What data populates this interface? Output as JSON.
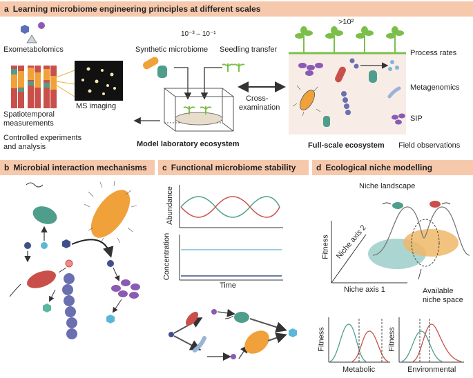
{
  "panel_a": {
    "letter": "a",
    "title": "Learning microbiome engineering principles at different scales",
    "exometabolomics": "Exometabolomics",
    "spatiotemporal_1": "Spatiotemporal",
    "spatiotemporal_2": "measurements",
    "ms_imaging": "MS imaging",
    "controlled_1": "Controlled experiments",
    "controlled_2": "and analysis",
    "scale_range": "10⁻³ – 10⁻¹",
    "synthetic_microbiome": "Synthetic microbiome",
    "seedling_transfer": "Seedling transfer",
    "model_lab": "Model laboratory ecosystem",
    "cross_1": "Cross-",
    "cross_2": "examination",
    "scale_big": ">10²",
    "process_rates": "Process rates",
    "metagenomics": "Metagenomics",
    "sip": "SIP",
    "full_scale": "Full-scale ecosystem",
    "field_obs": "Field observations"
  },
  "panel_b": {
    "letter": "b",
    "title": "Microbial interaction mechanisms"
  },
  "panel_c": {
    "letter": "c",
    "title": "Functional microbiome stability",
    "abundance": "Abundance",
    "concentration": "Concentration",
    "time": "Time"
  },
  "panel_d": {
    "letter": "d",
    "title": "Ecological niche modelling",
    "niche_landscape": "Niche landscape",
    "fitness": "Fitness",
    "niche_axis_1": "Niche axis 1",
    "niche_axis_2": "Niche axis 2",
    "available_1": "Available",
    "available_2": "niche space",
    "fitness_small_1": "Fitness",
    "fitness_small_2": "Fitness",
    "metabolic": "Metabolic",
    "environmental": "Environmental"
  },
  "colors": {
    "header": "#f6c9ad",
    "teal": "#4f9e8c",
    "red": "#c9504a",
    "orange": "#f0a13a",
    "purple": "#8a5bb5",
    "blue_cell": "#6a6fb0",
    "soil": "#f7ece6",
    "grass": "#7bbf4a"
  }
}
